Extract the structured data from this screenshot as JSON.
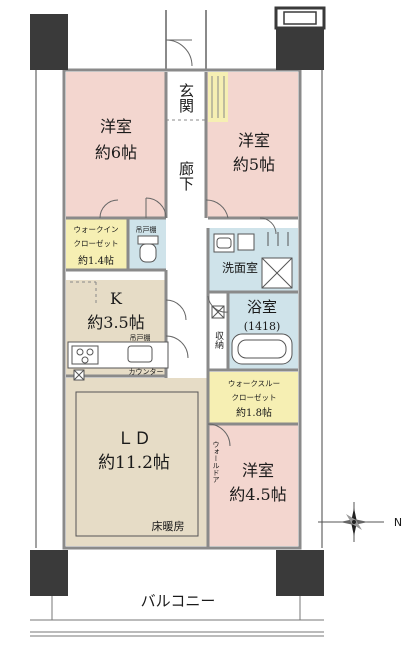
{
  "colors": {
    "bedroom": "#f3d6cf",
    "living": "#e6dcc6",
    "closet": "#f6efb3",
    "wet": "#cfe3ea",
    "corridor": "#ffffff",
    "wall": "#8a8a8a",
    "column": "#3a3a3a"
  },
  "rooms": {
    "bedroom_nw": {
      "name": "洋室",
      "size": "約6帖"
    },
    "bedroom_ne": {
      "name": "洋室",
      "size": "約5帖"
    },
    "bedroom_se": {
      "name": "洋室",
      "size": "約4.5帖"
    },
    "kitchen": {
      "name": "K",
      "size": "約3.5帖"
    },
    "living": {
      "name": "ＬＤ",
      "size": "約11.2帖",
      "note": "床暖房"
    },
    "entrance": {
      "name": "玄関"
    },
    "corridor": {
      "name": "廊下"
    },
    "washroom": {
      "name": "洗面室"
    },
    "bathroom": {
      "name": "浴室",
      "size": "(1418)"
    },
    "storage": {
      "name": "収納"
    }
  },
  "closets": {
    "walk_in": {
      "line1": "ウォークイン",
      "line2": "クローゼット",
      "line3": "約1.4帖"
    },
    "walk_through": {
      "line1": "ウォークスルー",
      "line2": "クローゼット",
      "line3": "約1.8帖"
    }
  },
  "fixtures": {
    "hanging_shelf_1": "吊戸棚",
    "hanging_shelf_2": "吊戸棚",
    "counter": "カウンター",
    "wall_door": "ウォールドア"
  },
  "balcony": {
    "label": "バルコニー"
  },
  "compass": {
    "north_label": "N"
  }
}
